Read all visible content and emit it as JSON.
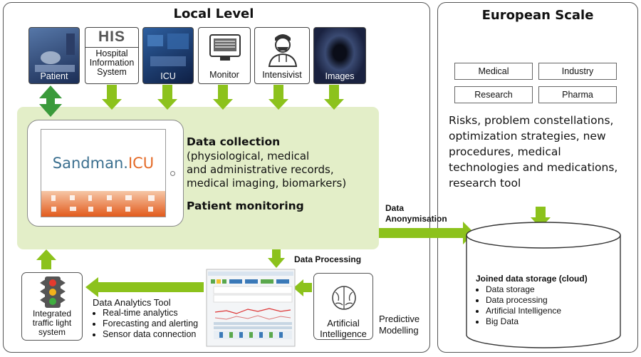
{
  "local": {
    "title": "Local Level",
    "sources": [
      {
        "label": "Patient"
      },
      {
        "label": "Hospital Information System",
        "logo": "HIS"
      },
      {
        "label": "ICU"
      },
      {
        "label": "Monitor"
      },
      {
        "label": "Intensivist"
      },
      {
        "label": "Images"
      }
    ],
    "tablet": {
      "brand_main": "Sandman.",
      "brand_accent": "ICU"
    },
    "data_collection": {
      "heading": "Data collection",
      "lines": [
        "(physiological, medical",
        "and administrative records,",
        "medical imaging, biomarkers)"
      ],
      "monitoring": "Patient monitoring"
    },
    "processing_label": "Data Processing",
    "anonymisation_label": [
      "Data",
      "Anonymisation"
    ],
    "ai_label": [
      "Artificial",
      "Intelligence"
    ],
    "predictive_label": [
      "Predictive",
      "Modelling"
    ],
    "analytics": {
      "title": "Data Analytics Tool",
      "items": [
        "Real-time analytics",
        "Forecasting and alerting",
        "Sensor data connection"
      ]
    },
    "traffic_label": [
      "Integrated",
      "traffic light",
      "system"
    ]
  },
  "european": {
    "title": "European Scale",
    "categories": [
      "Medical",
      "Industry",
      "Research",
      "Pharma"
    ],
    "description": [
      "Risks, problem constellations,",
      "optimization strategies, new",
      "procedures, medical",
      "technologies and medications,",
      "research tool"
    ],
    "storage": {
      "title": "Joined data storage (cloud)",
      "items": [
        "Data storage",
        "Data processing",
        "Artificial Intelligence",
        "Big Data"
      ]
    }
  },
  "colors": {
    "arrow": "#8cc21c",
    "arrow_dark": "#3a9a3a",
    "panel_fill": "#e3eec8",
    "brand_blue": "#3b6f8f",
    "brand_orange": "#e46a27"
  }
}
